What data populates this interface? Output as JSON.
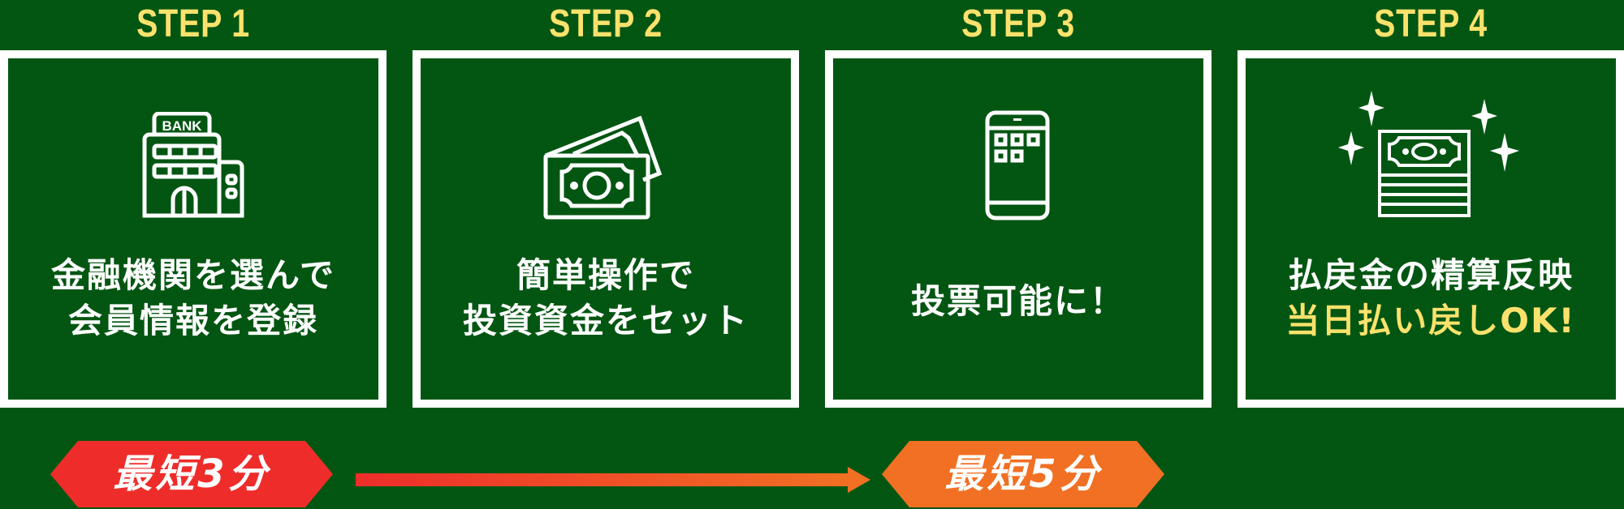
{
  "steps": [
    {
      "label": "STEP 1",
      "icon": "bank-building-icon",
      "lines": [
        "金融機関を選んで",
        "会員情報を登録"
      ]
    },
    {
      "label": "STEP 2",
      "icon": "banknotes-icon",
      "lines": [
        "簡単操作で",
        "投資資金をセット"
      ]
    },
    {
      "label": "STEP 3",
      "icon": "smartphone-icon",
      "lines": [
        "投票可能に！"
      ]
    },
    {
      "label": "STEP 4",
      "icon": "money-stack-sparkle-icon",
      "lines": [
        "払戻金の精算反映"
      ],
      "highlight": "当日払い戻しOK!"
    }
  ],
  "bank_sign": "BANK",
  "badges": [
    {
      "text": "最短3分",
      "color": "#ee2d2b"
    },
    {
      "text": "最短5分",
      "color": "#f17023"
    }
  ],
  "colors": {
    "background": "#035612",
    "step_label": "#fce26c",
    "border": "#ffffff",
    "arrow_start": "#ee2d2b",
    "arrow_end": "#f17023"
  }
}
